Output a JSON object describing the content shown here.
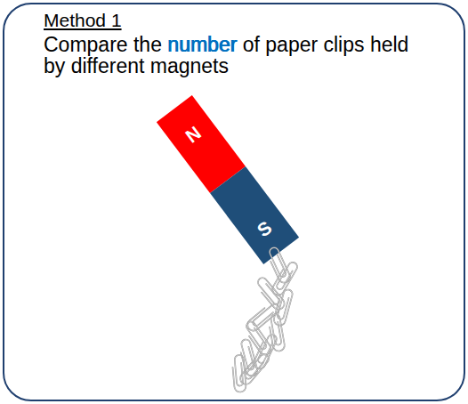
{
  "diagram": {
    "nodes": [
      {
        "text": [
          "Method 1",
          "Compare the number of paper clips held by different magnets"
        ]
      }
    ],
    "labels": [
      "N",
      "S"
    ]
  }
}
